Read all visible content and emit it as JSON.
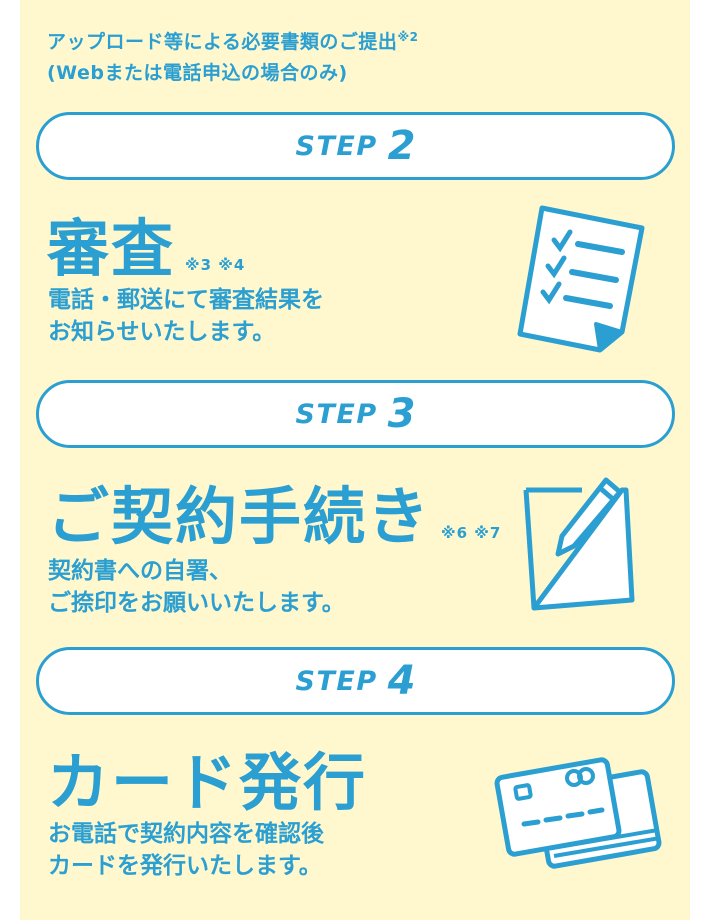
{
  "intro": {
    "line1": "アップロード等による必要書類のご提出",
    "line1_note": "※2",
    "line2": "(Webまたは電話申込の場合のみ)"
  },
  "steps": [
    {
      "step_label": "STEP",
      "step_number": "2",
      "title": "審査",
      "notes": "※3 ※4",
      "desc_line1": "電話・郵送にて審査結果を",
      "desc_line2": "お知らせいたします。",
      "icon": "checklist-icon"
    },
    {
      "step_label": "STEP",
      "step_number": "3",
      "title": "ご契約手続き",
      "notes": "※6 ※7",
      "desc_line1": "契約書への自署、",
      "desc_line2": "ご捺印をお願いいたします。",
      "icon": "pencil-paper-icon"
    },
    {
      "step_label": "STEP",
      "step_number": "4",
      "title": "カード発行",
      "notes": "",
      "desc_line1": "お電話で契約内容を確認後",
      "desc_line2": "カードを発行いたします。",
      "icon": "credit-cards-icon"
    }
  ],
  "colors": {
    "accent": "#2b9fd1",
    "background": "#fff8cf",
    "pill_fill": "#ffffff"
  }
}
